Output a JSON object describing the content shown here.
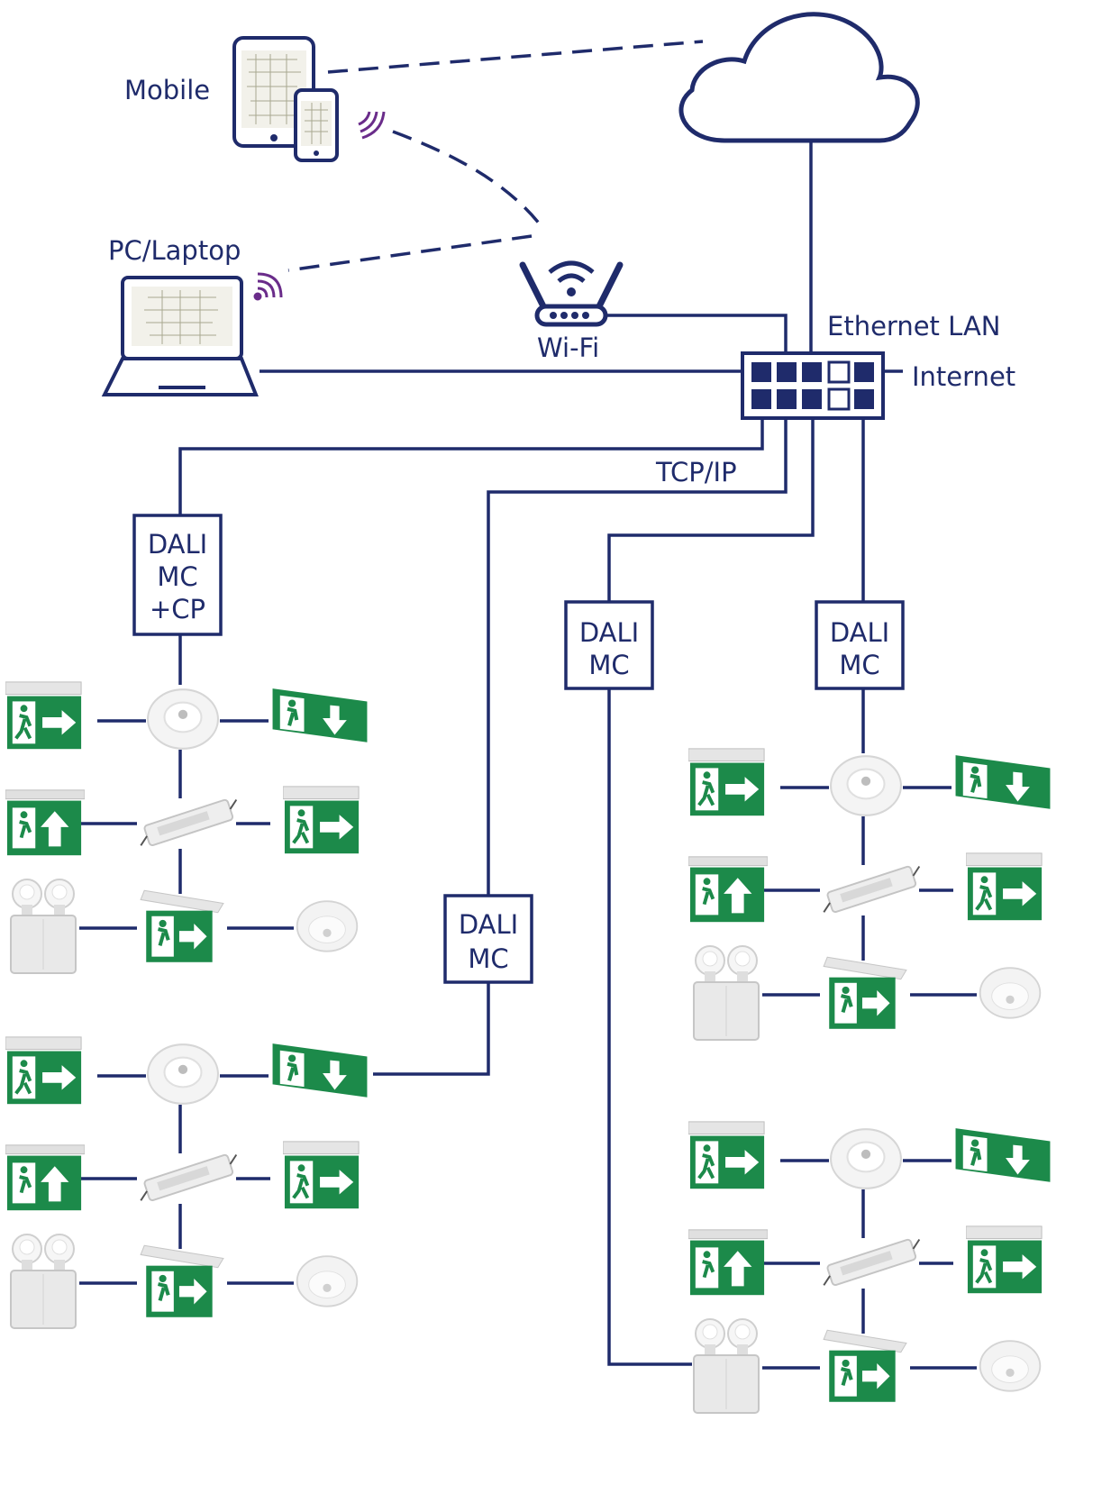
{
  "labels": {
    "mobile": "Mobile",
    "pc": "PC/Laptop",
    "wifi": "Wi-Fi",
    "ethernet": "Ethernet LAN",
    "internet": "Internet",
    "tcpip": "TCP/IP"
  },
  "controllers": [
    {
      "lines": [
        "DALI",
        "MC",
        "+CP"
      ]
    },
    {
      "lines": [
        "DALI",
        "MC"
      ]
    },
    {
      "lines": [
        "DALI",
        "MC"
      ]
    },
    {
      "lines": [
        "DALI",
        "MC"
      ]
    }
  ],
  "colors": {
    "line": "#1f2b6b",
    "exit_green": "#1c8a4a",
    "wireless_accent": "#6a2c8a"
  },
  "device_types": [
    "exit-sign-arrow-right",
    "motion-sensor",
    "exit-sign-arrow-down",
    "exit-sign-arrow-up",
    "led-driver",
    "emergency-twin-head-unit",
    "hanging-exit-sign",
    "smoke-detector"
  ]
}
